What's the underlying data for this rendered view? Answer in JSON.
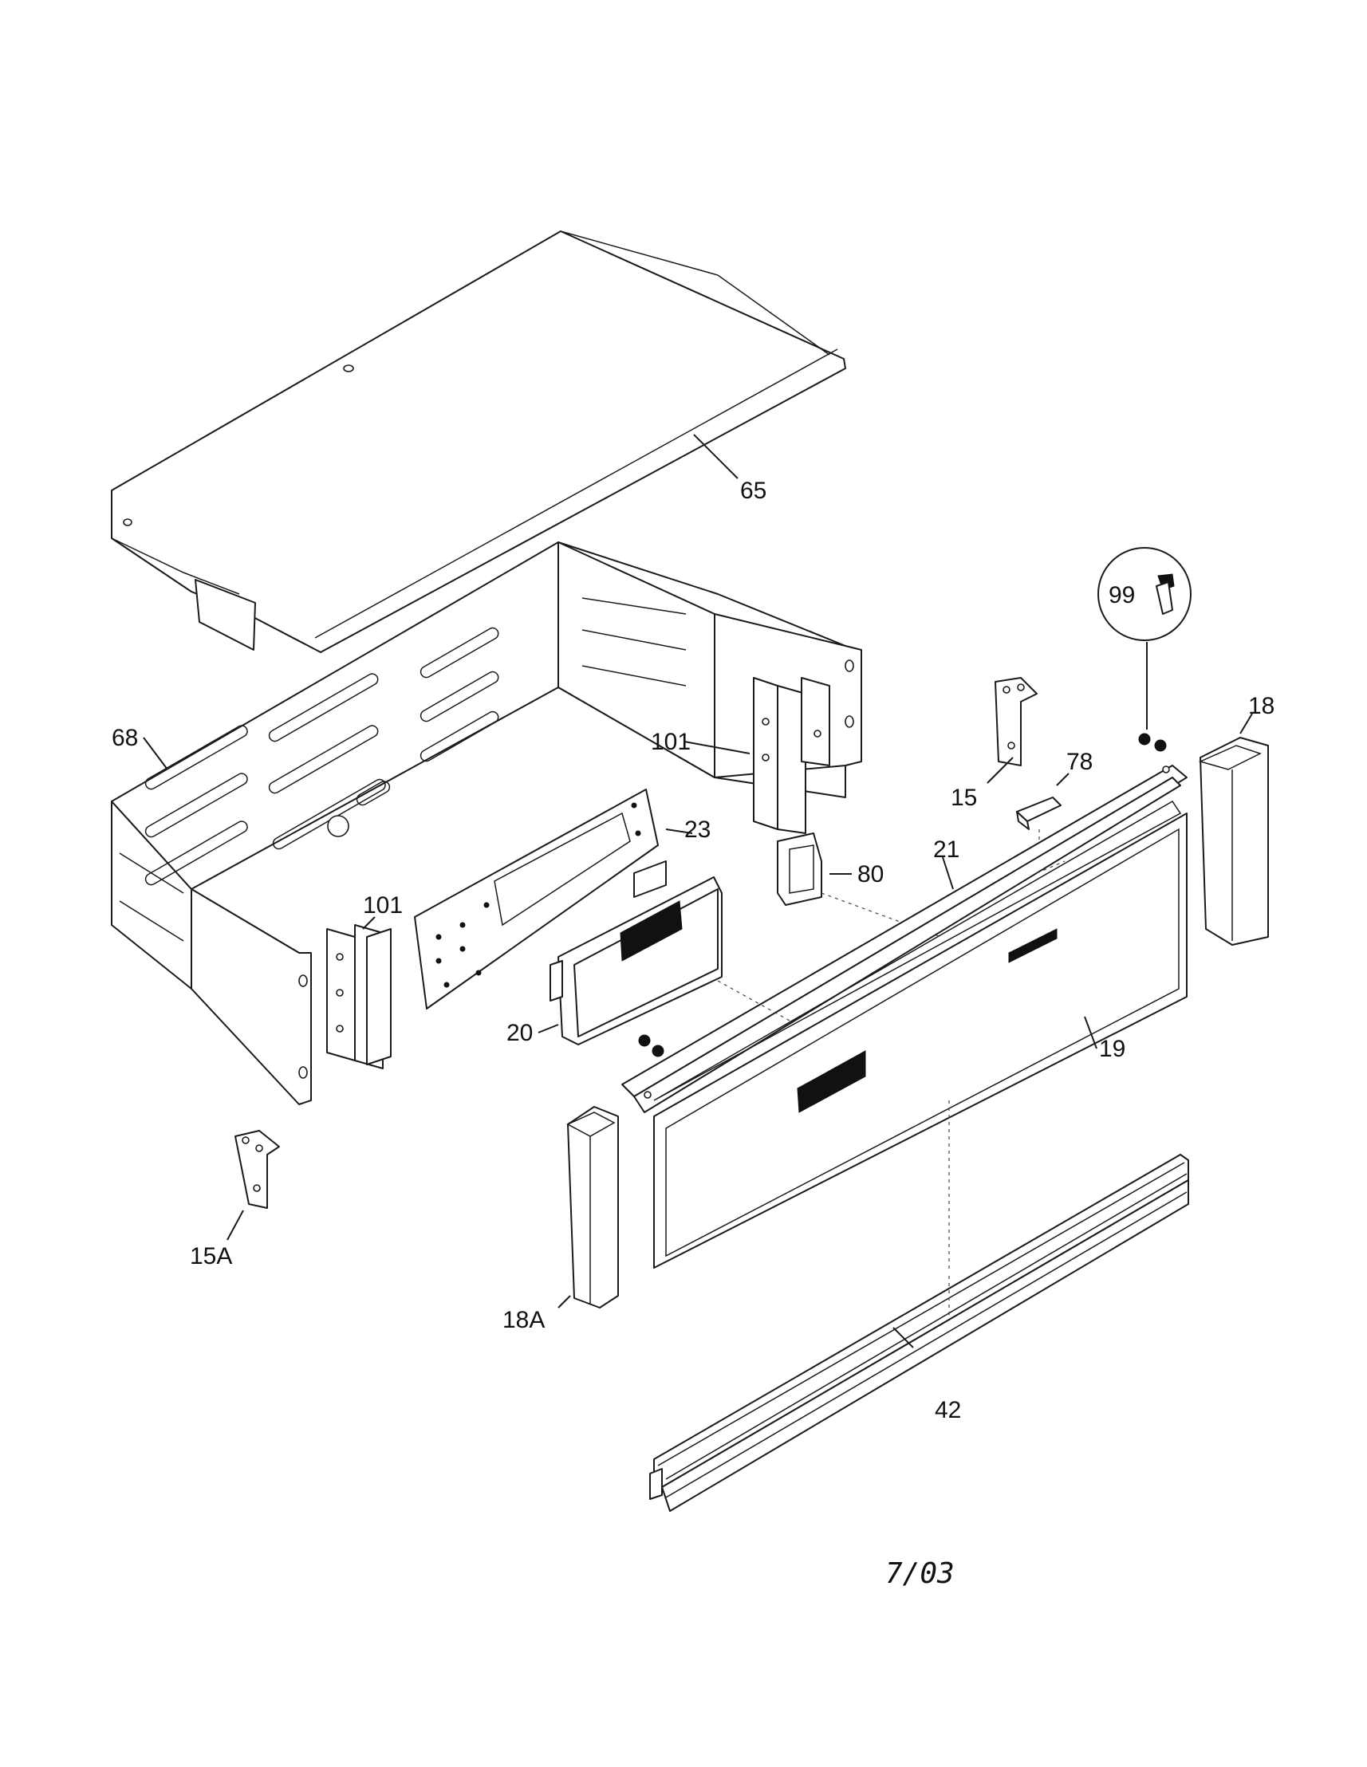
{
  "labels": {
    "p65": "65",
    "p68": "68",
    "p101a": "101",
    "p101b": "101",
    "p23": "23",
    "p99": "99",
    "p18": "18",
    "p15": "15",
    "p78": "78",
    "p80": "80",
    "p21": "21",
    "p20": "20",
    "p19": "19",
    "p15a": "15A",
    "p18a": "18A",
    "p42": "42"
  },
  "footer": {
    "date": "7/03"
  }
}
